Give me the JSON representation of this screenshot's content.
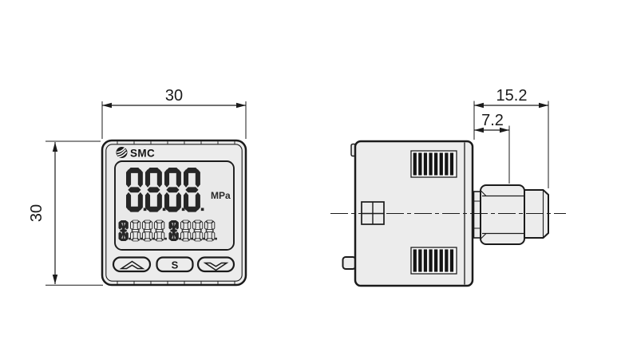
{
  "drawing": {
    "device": "digital-pressure-switch-dimension-drawing",
    "front_view": {
      "brand": "SMC",
      "display": {
        "main_value": "8.8.8.8",
        "unit": "MPa",
        "sub_left_value": "8.8.8.8",
        "sub_right_value": "8.8.8.8"
      },
      "buttons": {
        "up": "up",
        "set": "S",
        "down": "down"
      },
      "width_dim": "30",
      "height_dim": "30"
    },
    "side_view": {
      "overall_depth_dim": "15.2",
      "port_offset_dim": "7.2"
    },
    "colors": {
      "line": "#1b1b1b",
      "body_fill": "#ececec",
      "segment": "#262626",
      "background": "#ffffff"
    }
  }
}
